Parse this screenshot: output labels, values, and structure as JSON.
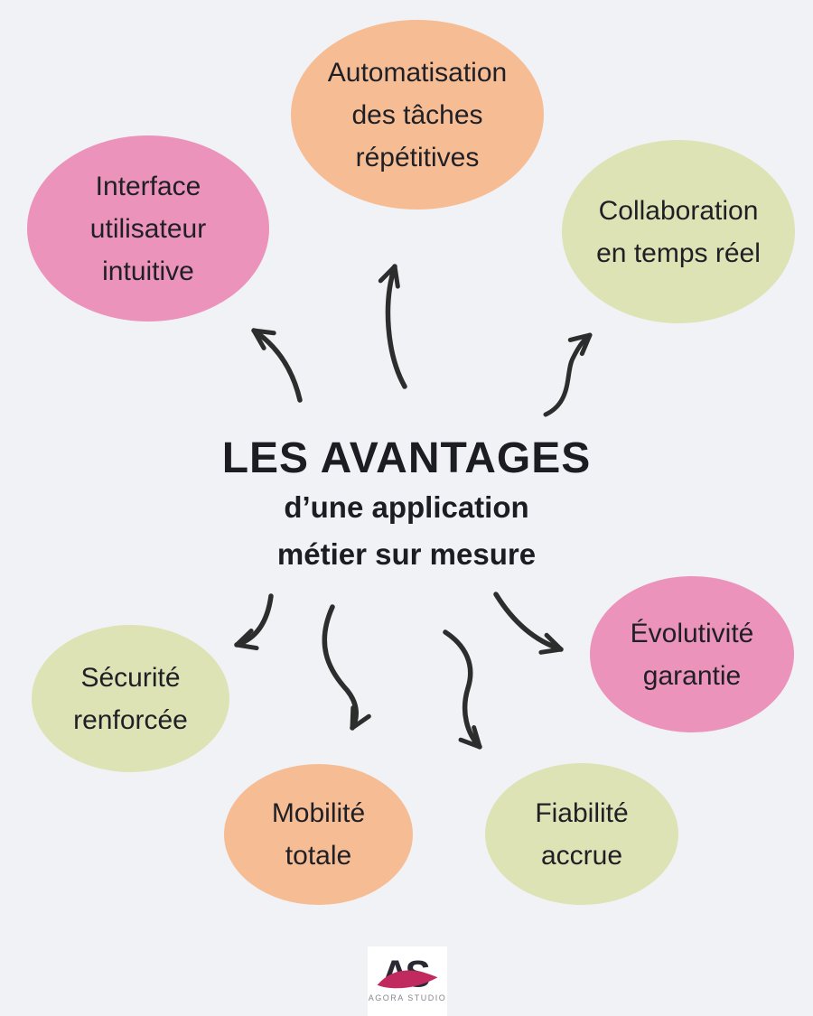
{
  "title": {
    "main": "LES AVANTAGES",
    "sub_line1": "d’une application",
    "sub_line2": "métier sur mesure"
  },
  "nodes": [
    {
      "id": "automatisation",
      "color": "#f6bd95",
      "label": "Automatisation des tâches répétitives",
      "lines": [
        "Automatisation",
        "des tâches",
        "répétitives"
      ]
    },
    {
      "id": "interface",
      "color": "#ec93bb",
      "label": "Interface utilisateur intuitive",
      "lines": [
        "Interface",
        "utilisateur",
        "intuitive"
      ]
    },
    {
      "id": "collaboration",
      "color": "#dde3b4",
      "label": "Collaboration en temps réel",
      "lines": [
        "Collaboration",
        "en temps réel"
      ]
    },
    {
      "id": "evolutivite",
      "color": "#ec93bb",
      "label": "Évolutivité garantie",
      "lines": [
        "Évolutivité",
        "garantie"
      ]
    },
    {
      "id": "securite",
      "color": "#dde3b4",
      "label": "Sécurité renforcée",
      "lines": [
        "Sécurité",
        "renforcée"
      ]
    },
    {
      "id": "mobilite",
      "color": "#f6bd95",
      "label": "Mobilité totale",
      "lines": [
        "Mobilité",
        "totale"
      ]
    },
    {
      "id": "fiabilite",
      "color": "#dde3b4",
      "label": "Fiabilité accrue",
      "lines": [
        "Fiabilité",
        "accrue"
      ]
    }
  ],
  "arrows": [
    {
      "name": "arrow-to-interface"
    },
    {
      "name": "arrow-to-automatisation"
    },
    {
      "name": "arrow-to-collaboration"
    },
    {
      "name": "arrow-to-securite"
    },
    {
      "name": "arrow-to-mobilite"
    },
    {
      "name": "arrow-to-fiabilite"
    },
    {
      "name": "arrow-to-evolutivite"
    }
  ],
  "logo": {
    "monogram_a": "A",
    "monogram_s": "S",
    "caption": "AGORA STUDIO"
  },
  "colors": {
    "background": "#f1f2f6",
    "peach": "#f6bd95",
    "pink": "#ec93bb",
    "green": "#dde3b4",
    "ink": "#2d2d2d",
    "logo_pink": "#c02a5f",
    "logo_dark": "#2a2833",
    "logo_caption_gray": "#85858d"
  }
}
